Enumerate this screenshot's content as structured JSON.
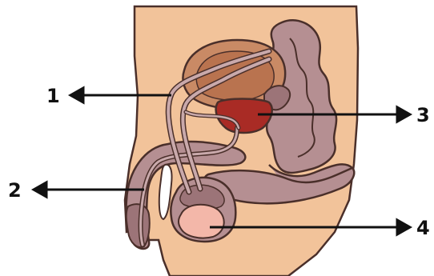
{
  "colors": {
    "skin": "#f2c39a",
    "outline": "#4a2f2a",
    "tissue": "#b58f92",
    "tissue_dark": "#9c7478",
    "bladder": "#c98a65",
    "bladder_inner": "#b9734f",
    "prostate": "#a92b25",
    "testis": "#f3b7a9",
    "duct": "#c9a9ab",
    "arrow": "#111111"
  },
  "callouts": [
    {
      "id": "1",
      "label": "1",
      "side": "left"
    },
    {
      "id": "2",
      "label": "2",
      "side": "left"
    },
    {
      "id": "3",
      "label": "3",
      "side": "right"
    },
    {
      "id": "4",
      "label": "4",
      "side": "right"
    }
  ]
}
